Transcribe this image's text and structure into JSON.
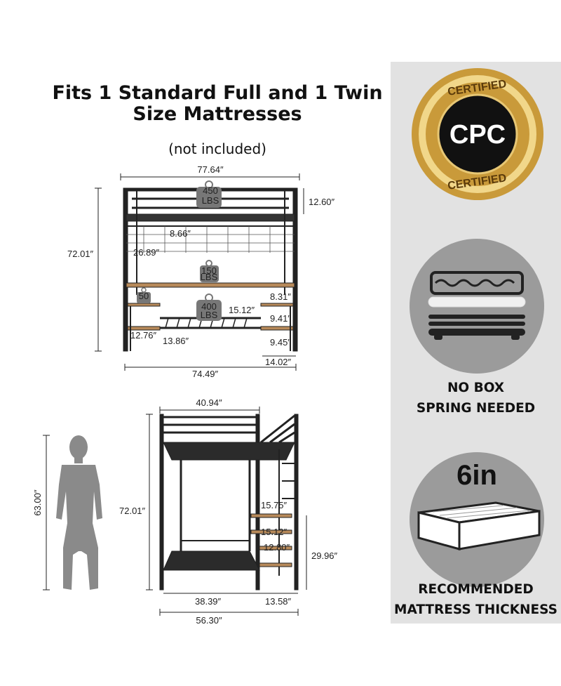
{
  "heading": {
    "line1": "Fits 1 Standard Full and 1 Twin",
    "line2": "Size Mattresses",
    "note": "(not included)"
  },
  "front_view": {
    "width_top": "77.64″",
    "width_bottom": "74.49″",
    "height": "72.01″",
    "rail_height": "12.60″",
    "shelf_gap": "8.66″",
    "upper_clearance": "26.89″",
    "load_top": "450",
    "load_mid": "150",
    "load_bottom": "400",
    "load_small": "50",
    "load_unit": "LBS",
    "desk_depth": "15.12″",
    "d1": "8.31″",
    "d2": "9.41″",
    "d3": "9.45″",
    "d4": "14.02″",
    "d5": "12.76″",
    "d6": "13.86″"
  },
  "side_view": {
    "top_width": "40.94″",
    "height": "72.01″",
    "step1": "15.75″",
    "step2": "15.12″",
    "step3": "12.80″",
    "shelf_height": "29.96″",
    "bed_width": "38.39″",
    "ladder_width": "13.58″",
    "total_width": "56.30″"
  },
  "person": {
    "height": "63.00″"
  },
  "badges": {
    "seal_top": "CERTIFIED",
    "seal_center": "CPC",
    "seal_bottom": "CERTIFIED",
    "no_box_line1": "NO BOX",
    "no_box_line2": "SPRING NEEDED",
    "thickness": "6in",
    "recommended_line1": "RECOMMENDED",
    "recommended_line2": "MATTRESS THICKNESS"
  },
  "colors": {
    "frame": "#222222",
    "wood": "#b88a5a",
    "gold": "#c99a3a",
    "panel": "#e2e2e2",
    "badge_bg": "#9b9b9b",
    "person": "#8a8a8a"
  }
}
